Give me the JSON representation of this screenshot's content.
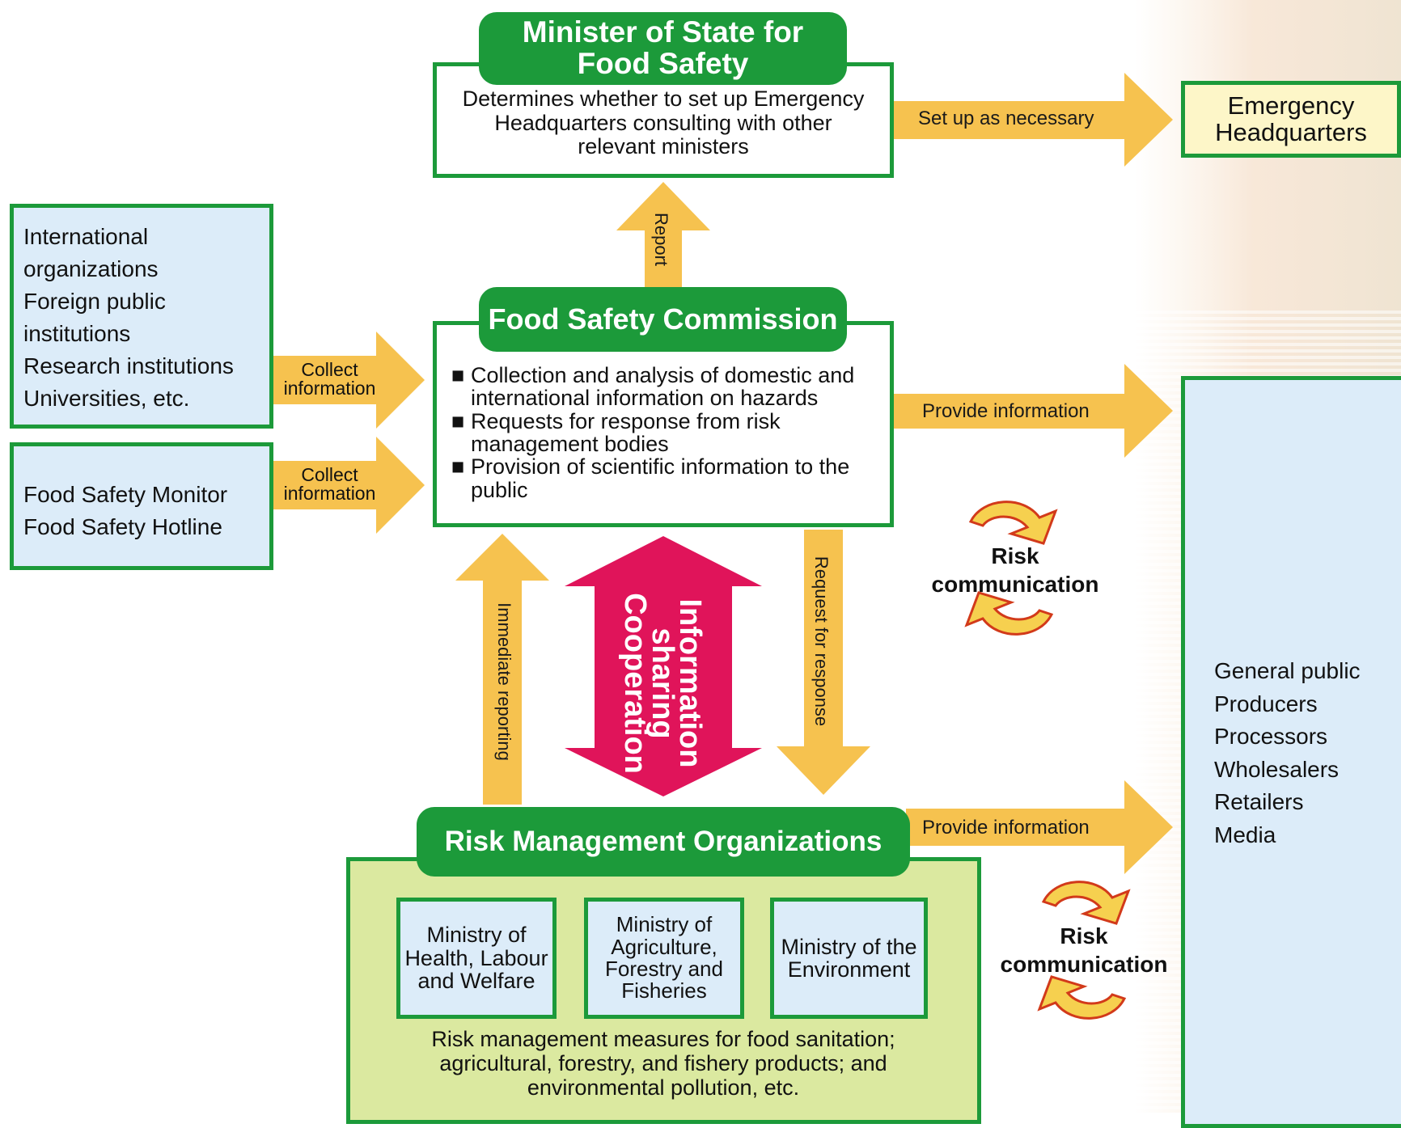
{
  "minister": {
    "title_line1": "Minister of State for",
    "title_line2": "Food Safety",
    "desc": "Determines whether to set up Emergency Headquarters consulting with other relevant ministers"
  },
  "emergency": {
    "line1": "Emergency",
    "line2": "Headquarters"
  },
  "set_up_label": "Set up as necessary",
  "report_label": "Report",
  "external_sources": [
    "International organizations",
    "Foreign public institutions",
    "Research institutions",
    "Universities, etc."
  ],
  "monitors": [
    "Food Safety Monitor",
    "Food Safety Hotline"
  ],
  "collect_label_1": "Collect information",
  "collect_label_2": "Collect information",
  "commission": {
    "title": "Food Safety Commission",
    "bullet_mark": "■",
    "items": [
      "Collection and analysis of domestic and international information on hazards",
      "Requests for response from risk management bodies",
      "Provision of scientific information to the public"
    ]
  },
  "provide_label_1": "Provide information",
  "provide_label_2": "Provide information",
  "immediate_label": "Immediate reporting",
  "request_label": "Request for response",
  "info_sharing": {
    "line1": "Information",
    "line2": "sharing",
    "line3": "Cooperation"
  },
  "risk_comm_1": {
    "line1": "Risk",
    "line2": "communication"
  },
  "risk_comm_2": {
    "line1": "Risk",
    "line2": "communication"
  },
  "public_list": [
    "General public",
    "Producers",
    "Processors",
    "Wholesalers",
    "Retailers",
    "Media"
  ],
  "rmo": {
    "title": "Risk Management Organizations",
    "ministries": [
      "Ministry of Health, Labour and Welfare",
      "Ministry of Agriculture, Forestry and Fisheries",
      "Ministry of the Environment"
    ],
    "note": "Risk management measures for food sanitation; agricultural, forestry, and fishery products; and environmental pollution, etc."
  },
  "colors": {
    "green": "#1c9a3a",
    "arrow": "#f6c24f",
    "magenta": "#e0145a",
    "light_blue": "#dcecf9",
    "lime": "#dbe9a0"
  }
}
